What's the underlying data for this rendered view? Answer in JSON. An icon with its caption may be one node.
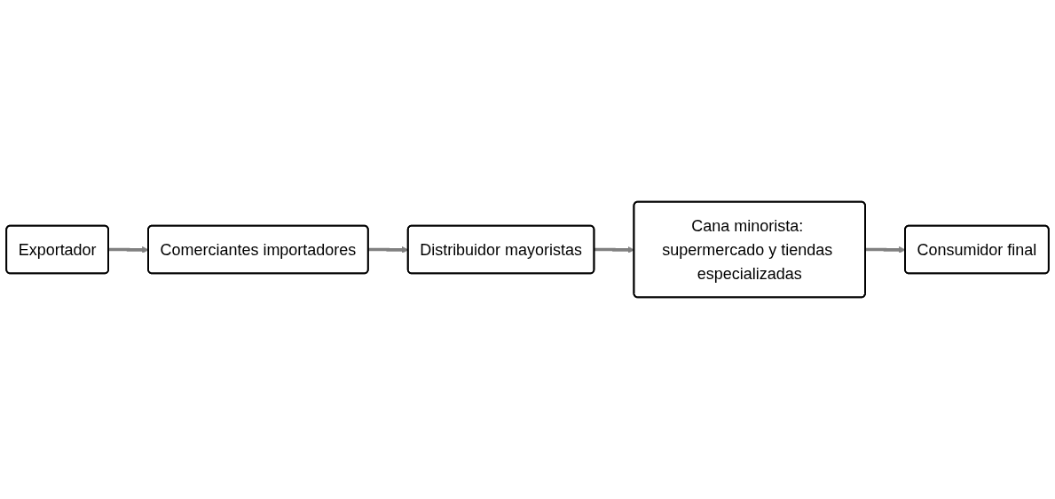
{
  "diagram": {
    "nodes": [
      {
        "text": [
          "Exportador"
        ]
      },
      {
        "text": [
          "Comerciantes importadores"
        ]
      },
      {
        "text": [
          "Distribuidor mayoristas"
        ]
      },
      {
        "text": [
          "Cana minorista: supermercado y tiendas especializadas"
        ]
      },
      {
        "text": [
          "Consumidor final"
        ]
      }
    ],
    "edges": [
      {
        "from": 0,
        "to": 1,
        "arrow": "to"
      },
      {
        "from": 1,
        "to": 2,
        "arrow": "to"
      },
      {
        "from": 2,
        "to": 3,
        "arrow": "to"
      },
      {
        "from": 3,
        "to": 4,
        "arrow": "to"
      }
    ]
  }
}
